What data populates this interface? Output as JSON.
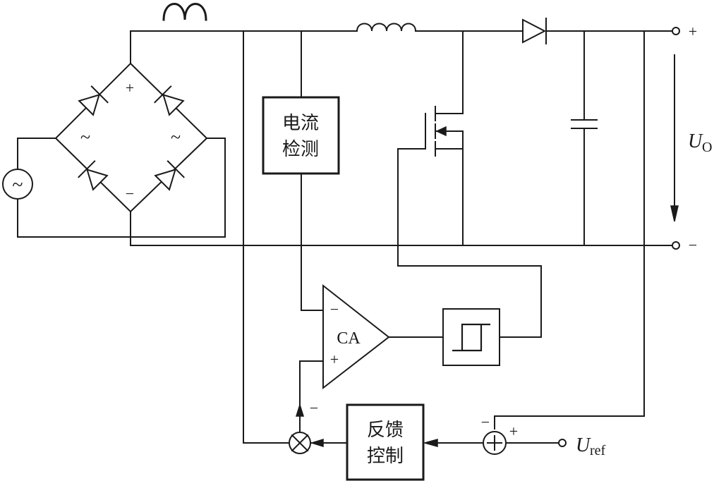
{
  "blocks": {
    "current_sense": {
      "line1": "电流",
      "line2": "检测"
    },
    "feedback_control": {
      "line1": "反馈",
      "line2": "控制"
    },
    "current_amplifier": {
      "label": "CA",
      "inverting": "−",
      "noninverting": "+"
    }
  },
  "bridge_signs": {
    "plus": "+",
    "minus": "−",
    "tilde_left": "~",
    "tilde_right": "~"
  },
  "output": {
    "plus": "+",
    "minus": "−",
    "voltage_symbol": "U",
    "voltage_subscript": "O"
  },
  "reference": {
    "symbol": "U",
    "subscript": "ref"
  },
  "summer_signs": {
    "minus": "−",
    "plus": "+"
  },
  "multiplier_signs": {
    "minus": "−"
  },
  "source_symbol": "~"
}
